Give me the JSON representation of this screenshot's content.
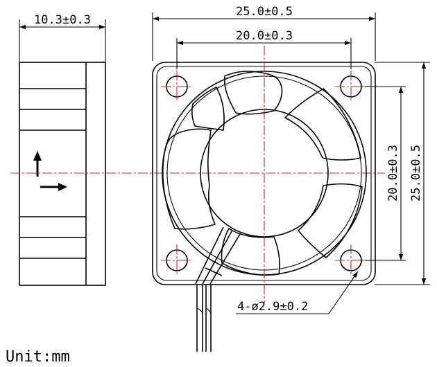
{
  "drawing": {
    "side_view": {
      "thickness_label": "10.3±0.3"
    },
    "front_view": {
      "overall_width_label": "25.0±0.5",
      "hole_pitch_width_label": "20.0±0.3",
      "hole_pitch_height_label": "20.0±0.3",
      "overall_height_label": "25.0±0.5",
      "mounting_hole_label": "4-ø2.9±0.2"
    },
    "unit_label": "Unit:mm",
    "colors": {
      "outline": "#000000",
      "centerline": "#d62020"
    }
  }
}
